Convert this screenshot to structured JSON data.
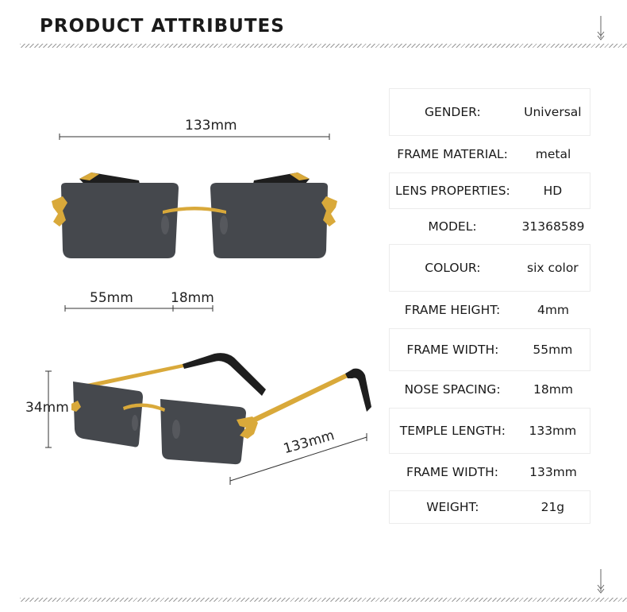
{
  "header": {
    "title": "PRODUCT ATTRIBUTES"
  },
  "dimensions": {
    "front_total_width": "133mm",
    "lens_width": "55mm",
    "bridge_width": "18mm",
    "lens_height": "34mm",
    "side_total_width": "133mm"
  },
  "attributes": [
    {
      "label": "GENDER:",
      "value": "Universal"
    },
    {
      "label": "FRAME MATERIAL:",
      "value": "metal"
    },
    {
      "label": "LENS PROPERTIES:",
      "value": "HD"
    },
    {
      "label": "MODEL:",
      "value": "31368589"
    },
    {
      "label": "COLOUR:",
      "value": "six color"
    },
    {
      "label": "FRAME HEIGHT:",
      "value": "4mm"
    },
    {
      "label": "FRAME WIDTH:",
      "value": "55mm"
    },
    {
      "label": "NOSE SPACING:",
      "value": "18mm"
    },
    {
      "label": "TEMPLE LENGTH:",
      "value": "133mm"
    },
    {
      "label": "FRAME WIDTH:",
      "value": "133mm"
    },
    {
      "label": "WEIGHT:",
      "value": "21g"
    }
  ],
  "colors": {
    "lens": "#45484d",
    "frame_gold": "#d9a93a",
    "temple_tip": "#1e1e1e",
    "hatch": "#9a9a9a"
  },
  "icons": [
    "chevron-down-icon",
    "sunglasses-front-image",
    "sunglasses-side-image"
  ]
}
